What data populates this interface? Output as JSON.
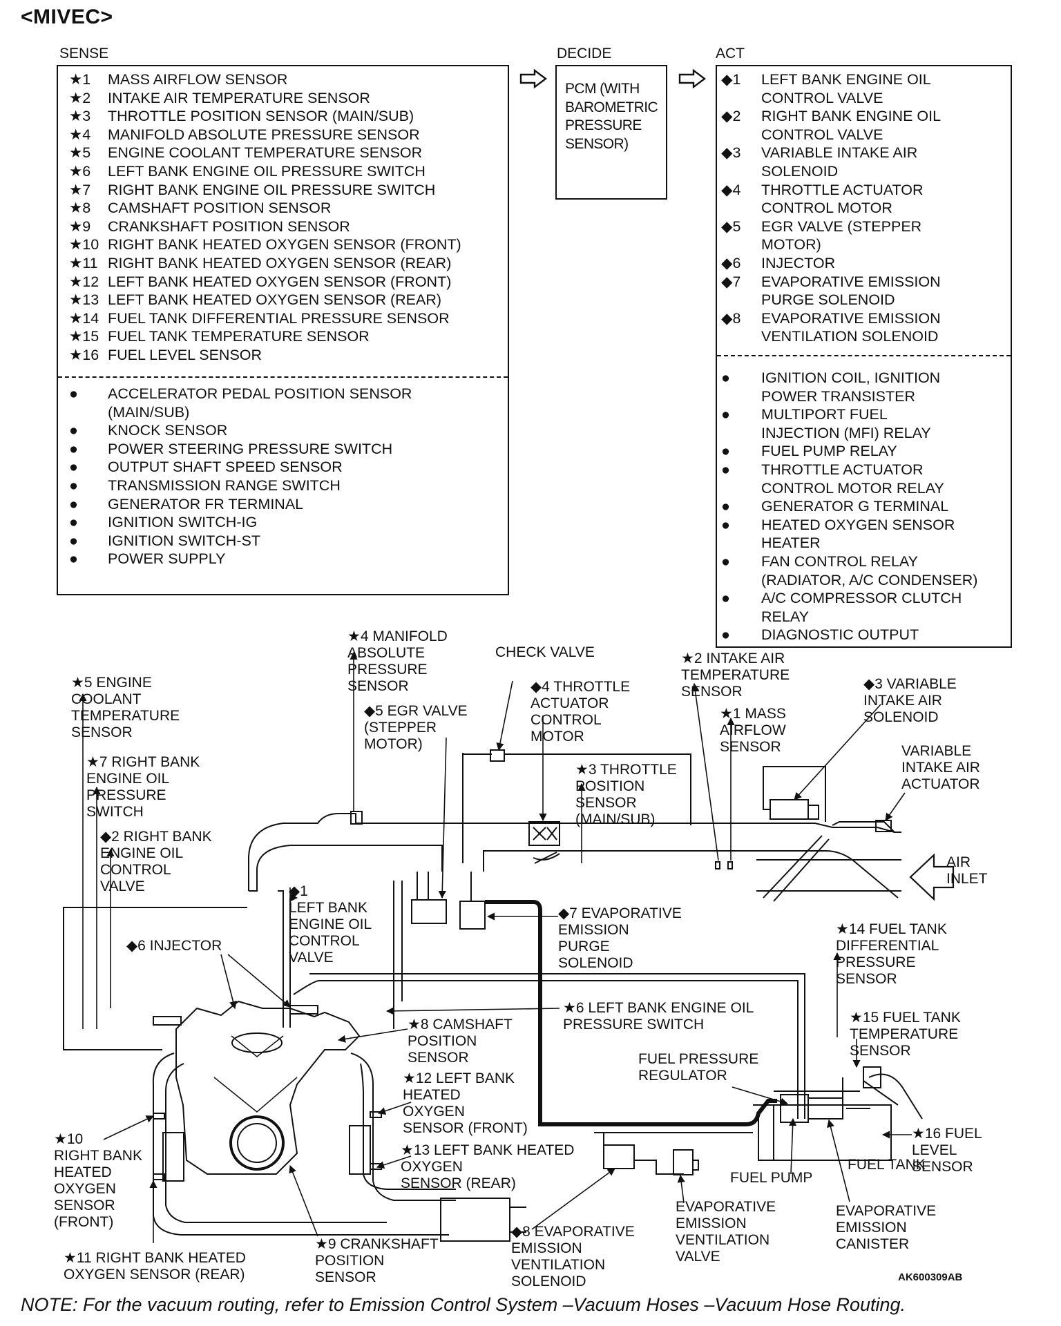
{
  "title": "<MIVEC>",
  "sense": {
    "header": "SENSE",
    "items": [
      {
        "mark": "★1",
        "text": "MASS AIRFLOW SENSOR"
      },
      {
        "mark": "★2",
        "text": "INTAKE AIR TEMPERATURE SENSOR"
      },
      {
        "mark": "★3",
        "text": "THROTTLE POSITION SENSOR (MAIN/SUB)"
      },
      {
        "mark": "★4",
        "text": "MANIFOLD ABSOLUTE PRESSURE SENSOR"
      },
      {
        "mark": "★5",
        "text": "ENGINE COOLANT TEMPERATURE SENSOR"
      },
      {
        "mark": "★6",
        "text": "LEFT BANK ENGINE OIL PRESSURE SWITCH"
      },
      {
        "mark": "★7",
        "text": "RIGHT BANK ENGINE OIL PRESSURE SWITCH"
      },
      {
        "mark": "★8",
        "text": "CAMSHAFT POSITION SENSOR"
      },
      {
        "mark": "★9",
        "text": "CRANKSHAFT POSITION SENSOR"
      },
      {
        "mark": "★10",
        "text": "RIGHT BANK HEATED OXYGEN SENSOR (FRONT)"
      },
      {
        "mark": "★11",
        "text": "RIGHT BANK HEATED OXYGEN SENSOR (REAR)"
      },
      {
        "mark": "★12",
        "text": "LEFT BANK HEATED OXYGEN SENSOR (FRONT)"
      },
      {
        "mark": "★13",
        "text": "LEFT BANK HEATED OXYGEN SENSOR (REAR)"
      },
      {
        "mark": "★14",
        "text": "FUEL TANK DIFFERENTIAL PRESSURE SENSOR"
      },
      {
        "mark": "★15",
        "text": "FUEL TANK TEMPERATURE SENSOR"
      },
      {
        "mark": "★16",
        "text": "FUEL LEVEL SENSOR"
      }
    ],
    "other_items": [
      "ACCELERATOR PEDAL POSITION SENSOR",
      "(MAIN/SUB)",
      "KNOCK SENSOR",
      "POWER STEERING PRESSURE SWITCH",
      "OUTPUT SHAFT SPEED SENSOR",
      "TRANSMISSION RANGE SWITCH",
      "GENERATOR FR TERMINAL",
      "IGNITION SWITCH-IG",
      "IGNITION SWITCH-ST",
      "POWER SUPPLY"
    ]
  },
  "decide": {
    "header": "DECIDE",
    "lines": [
      "PCM (WITH",
      "BAROMETRIC",
      "PRESSURE",
      "SENSOR)"
    ]
  },
  "act": {
    "header": "ACT",
    "items": [
      {
        "mark": "◆1",
        "lines": [
          "LEFT BANK ENGINE OIL",
          "CONTROL VALVE"
        ]
      },
      {
        "mark": "◆2",
        "lines": [
          "RIGHT BANK ENGINE OIL",
          "CONTROL VALVE"
        ]
      },
      {
        "mark": "◆3",
        "lines": [
          "VARIABLE INTAKE AIR",
          "SOLENOID"
        ]
      },
      {
        "mark": "◆4",
        "lines": [
          "THROTTLE ACTUATOR",
          "CONTROL MOTOR"
        ]
      },
      {
        "mark": "◆5",
        "lines": [
          "EGR VALVE (STEPPER",
          "MOTOR)"
        ]
      },
      {
        "mark": "◆6",
        "lines": [
          "INJECTOR"
        ]
      },
      {
        "mark": "◆7",
        "lines": [
          "EVAPORATIVE EMISSION",
          "PURGE SOLENOID"
        ]
      },
      {
        "mark": "◆8",
        "lines": [
          "EVAPORATIVE EMISSION",
          "VENTILATION SOLENOID"
        ]
      }
    ],
    "other_items": [
      [
        "IGNITION COIL, IGNITION",
        "POWER TRANSISTER"
      ],
      [
        "MULTIPORT FUEL",
        "INJECTION (MFI) RELAY"
      ],
      [
        "FUEL PUMP RELAY"
      ],
      [
        "THROTTLE ACTUATOR",
        "CONTROL MOTOR RELAY"
      ],
      [
        "GENERATOR G TERMINAL"
      ],
      [
        "HEATED OXYGEN SENSOR",
        "HEATER"
      ],
      [
        "FAN CONTROL RELAY",
        "(RADIATOR, A/C CONDENSER)"
      ],
      [
        "A/C COMPRESSOR CLUTCH",
        "RELAY"
      ],
      [
        "DIAGNOSTIC OUTPUT"
      ]
    ]
  },
  "diagram_labels": {
    "map_sensor": [
      "★4 MANIFOLD",
      "ABSOLUTE",
      "PRESSURE",
      "SENSOR"
    ],
    "check_valve": [
      "CHECK VALVE"
    ],
    "throttle_actuator": [
      "◆4 THROTTLE",
      "ACTUATOR",
      "CONTROL",
      "MOTOR"
    ],
    "egr_valve": [
      "◆5 EGR VALVE",
      "(STEPPER",
      "MOTOR)"
    ],
    "intake_air_temp": [
      "★2 INTAKE AIR",
      "TEMPERATURE",
      "SENSOR"
    ],
    "mass_airflow": [
      "★1 MASS",
      "AIRFLOW",
      "SENSOR"
    ],
    "variable_intake_solenoid": [
      "◆3 VARIABLE",
      "INTAKE AIR",
      "SOLENOID"
    ],
    "variable_intake_actuator": [
      "VARIABLE",
      "INTAKE AIR",
      "ACTUATOR"
    ],
    "air_inlet": [
      "AIR",
      "INLET"
    ],
    "coolant_temp": [
      "★5 ENGINE",
      "COOLANT",
      "TEMPERATURE",
      "SENSOR"
    ],
    "right_oil_switch": [
      "★7 RIGHT BANK",
      "ENGINE OIL",
      "PRESSURE",
      "SWITCH"
    ],
    "right_oil_valve": [
      "◆2 RIGHT BANK",
      "ENGINE OIL",
      "CONTROL",
      "VALVE"
    ],
    "tps": [
      "★3 THROTTLE",
      "POSITION",
      "SENSOR",
      "(MAIN/SUB)"
    ],
    "left_oil_valve": [
      "◆1",
      "LEFT BANK",
      "ENGINE OIL",
      "CONTROL",
      "VALVE"
    ],
    "purge_solenoid": [
      "◆7 EVAPORATIVE",
      "EMISSION",
      "PURGE",
      "SOLENOID"
    ],
    "injector": [
      "◆6 INJECTOR"
    ],
    "fuel_tank_diff": [
      "★14 FUEL TANK",
      "DIFFERENTIAL",
      "PRESSURE",
      "SENSOR"
    ],
    "left_oil_switch": [
      "★6 LEFT BANK ENGINE OIL",
      "PRESSURE SWITCH"
    ],
    "camshaft": [
      "★8 CAMSHAFT",
      "POSITION",
      "SENSOR"
    ],
    "fuel_tank_temp": [
      "★15 FUEL TANK",
      "TEMPERATURE",
      "SENSOR"
    ],
    "fuel_pressure_reg": [
      "FUEL PRESSURE",
      "REGULATOR"
    ],
    "left_o2_front": [
      "★12 LEFT BANK",
      "HEATED",
      "OXYGEN",
      "SENSOR (FRONT)"
    ],
    "right_o2_front": [
      "★10",
      "RIGHT BANK",
      "HEATED",
      "OXYGEN",
      "SENSOR",
      "(FRONT)"
    ],
    "left_o2_rear": [
      "★13 LEFT BANK HEATED",
      "OXYGEN",
      "SENSOR (REAR)"
    ],
    "fuel_level": [
      "★16 FUEL",
      "LEVEL",
      "SENSOR"
    ],
    "fuel_tank": [
      "FUEL TANK"
    ],
    "fuel_pump": [
      "FUEL PUMP"
    ],
    "evap_vent_solenoid": [
      "◆8 EVAPORATIVE",
      "EMISSION",
      "VENTILATION",
      "SOLENOID"
    ],
    "evap_vent_valve": [
      "EVAPORATIVE",
      "EMISSION",
      "VENTILATION",
      "VALVE"
    ],
    "evap_canister": [
      "EVAPORATIVE",
      "EMISSION",
      "CANISTER"
    ],
    "crankshaft": [
      "★9 CRANKSHAFT",
      "POSITION",
      "SENSOR"
    ],
    "right_o2_rear": [
      "★11 RIGHT BANK HEATED",
      "OXYGEN SENSOR (REAR)"
    ],
    "figure_code": [
      "AK600309AB"
    ]
  },
  "note": "NOTE: For the vacuum routing, refer to Emission Control System –Vacuum Hoses –Vacuum Hose Routing."
}
